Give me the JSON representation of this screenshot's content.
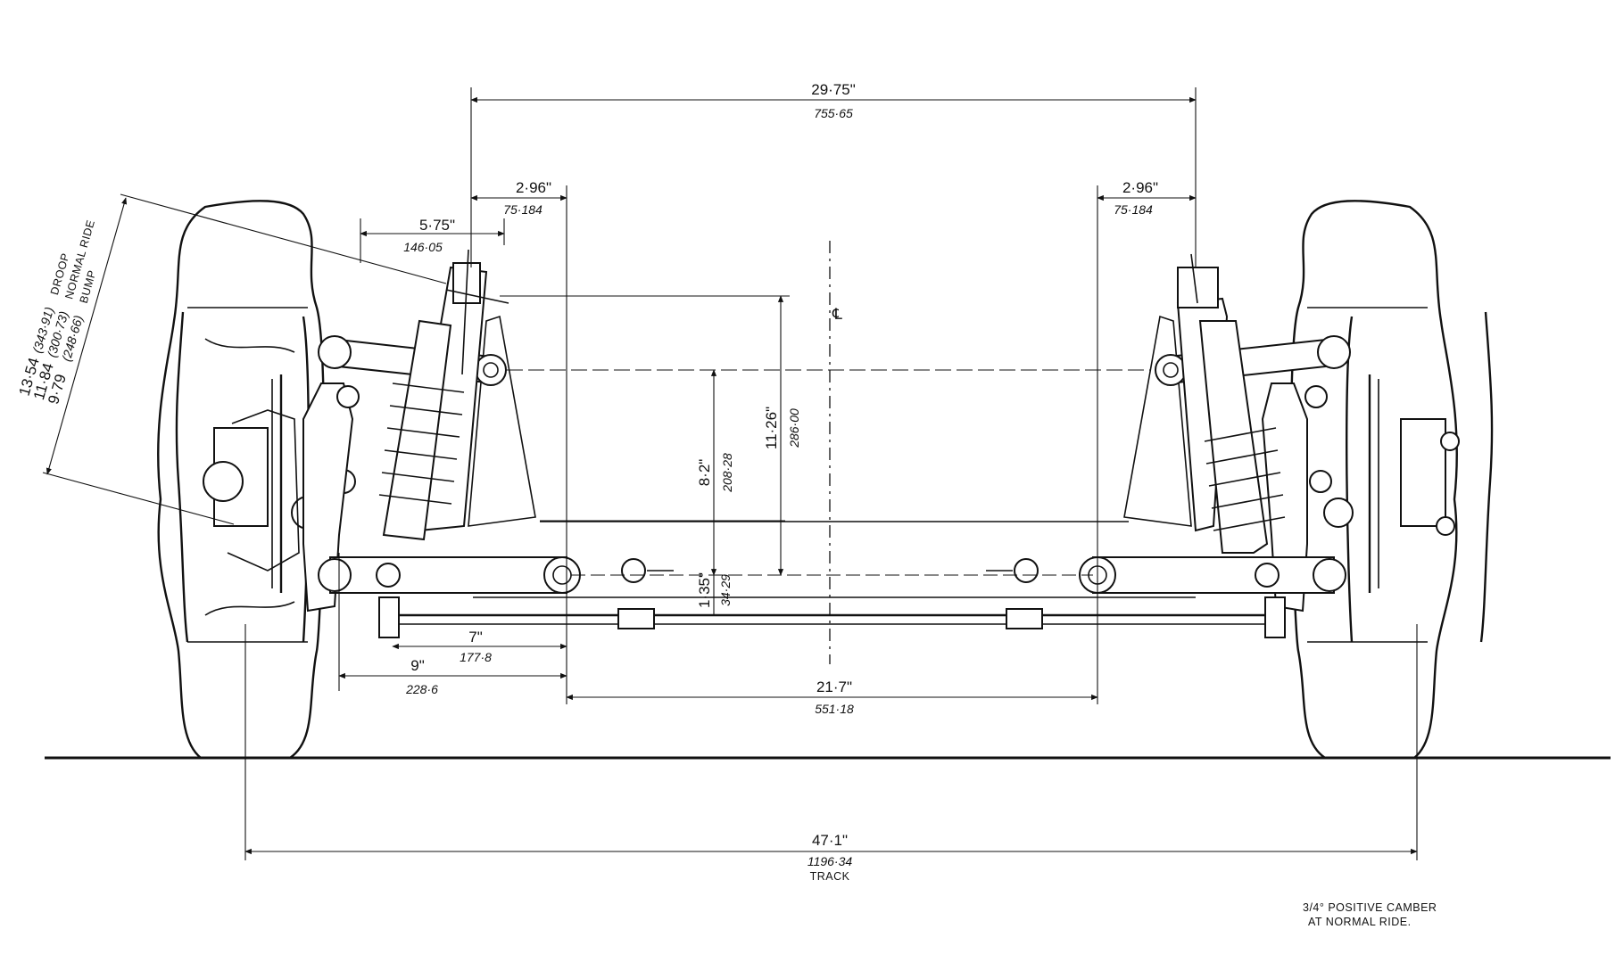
{
  "dimensions": {
    "upper_span": {
      "inch": "29·75\"",
      "mm": "755·65"
    },
    "left_offset": {
      "inch": "2·96\"",
      "mm": "75·184"
    },
    "right_offset": {
      "inch": "2·96\"",
      "mm": "75·184"
    },
    "arm_width": {
      "inch": "5·75\"",
      "mm": "146·05"
    },
    "pivot_height": {
      "inch": "8·2\"",
      "mm": "208·28"
    },
    "mount_height": {
      "inch": "11·26\"",
      "mm": "286·00"
    },
    "low_height": {
      "inch": "1·35\"",
      "mm": "34·29"
    },
    "lower_7": {
      "inch": "7\"",
      "mm": "177·8"
    },
    "lower_9": {
      "inch": "9\"",
      "mm": "228·6"
    },
    "inner_span": {
      "inch": "21·7\"",
      "mm": "551·18"
    },
    "track": {
      "inch": "47·1\"",
      "mm": "1196·34",
      "label": "TRACK"
    }
  },
  "wheel_travel": [
    {
      "inch": "13·54",
      "mm": "(343·91)",
      "label": "DROOP"
    },
    {
      "inch": "11·84",
      "mm": "(300·73)",
      "label": "NORMAL RIDE"
    },
    {
      "inch": "9·79",
      "mm": "(248·66)",
      "label": "BUMP"
    }
  ],
  "centerline_symbol": "℄",
  "notes": [
    "3/4° POSITIVE CAMBER",
    "AT NORMAL RIDE."
  ]
}
